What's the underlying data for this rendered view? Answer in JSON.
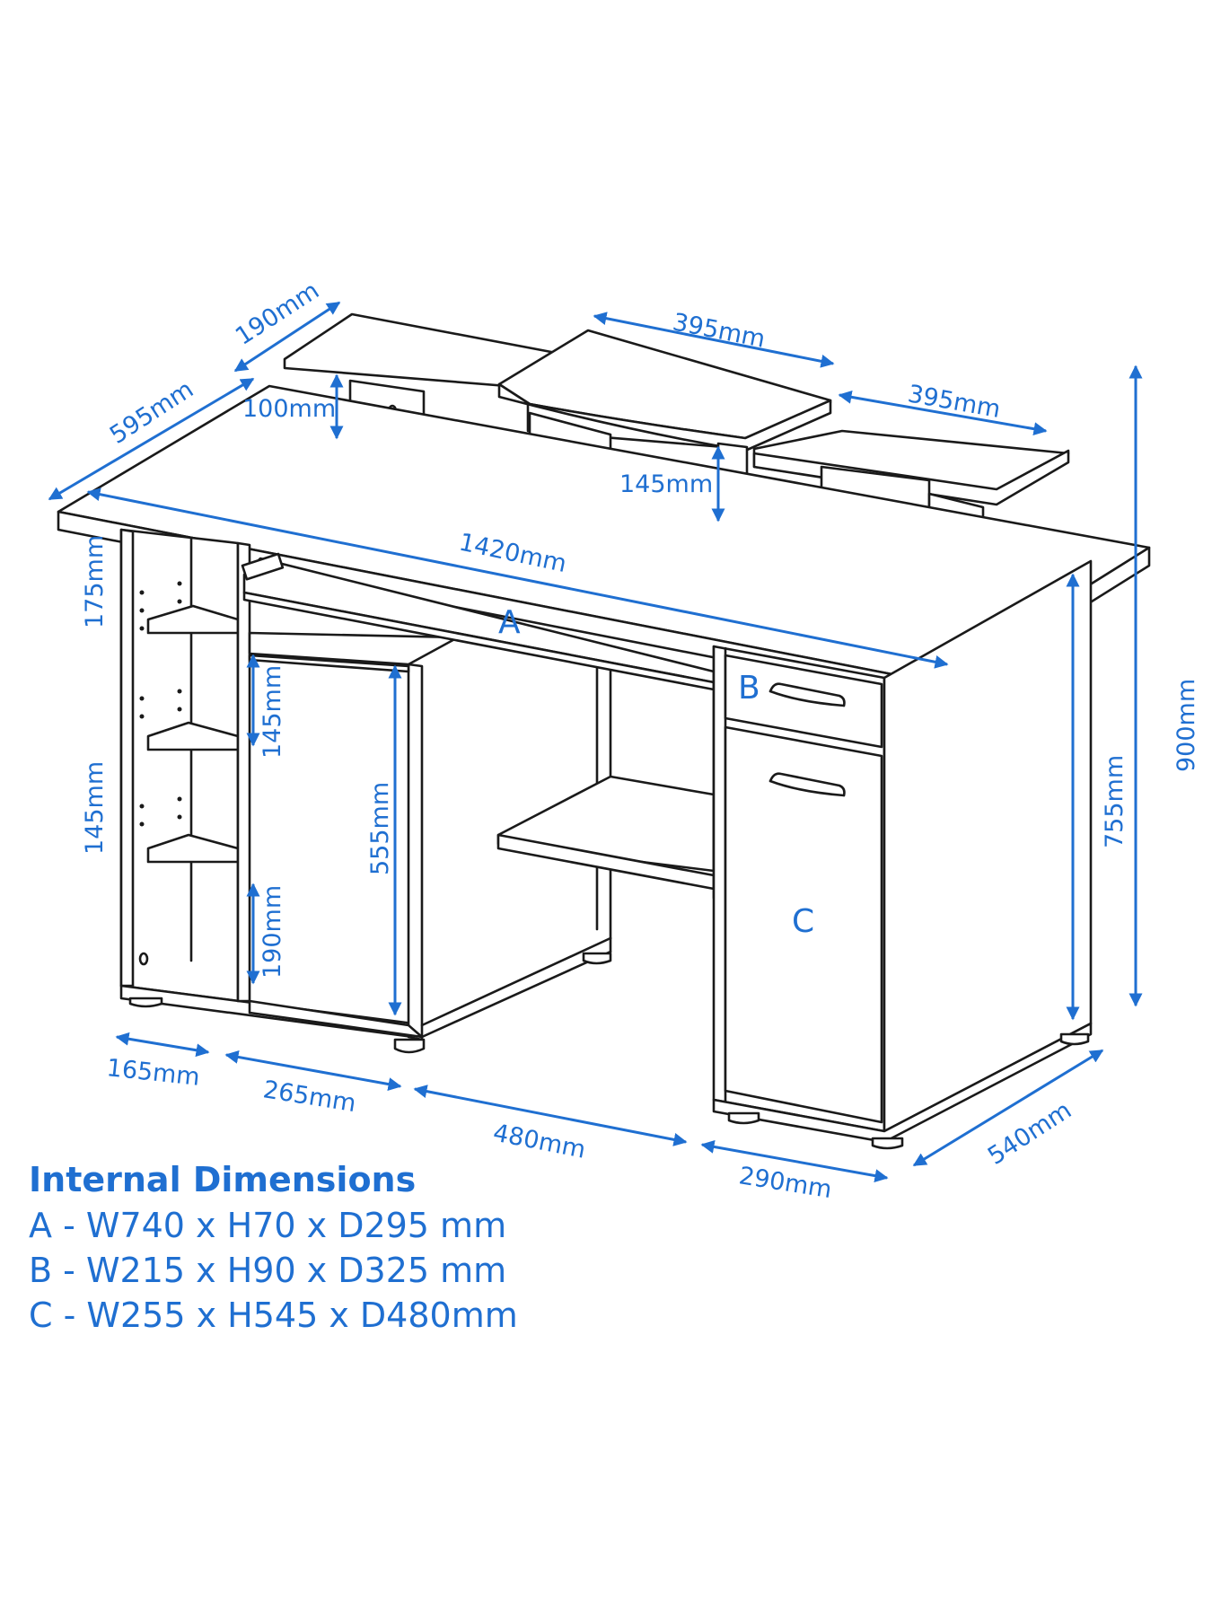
{
  "colors": {
    "dimension": "#1f6fd1",
    "outline": "#1a1a1a",
    "background": "#ffffff"
  },
  "labels": {
    "a": "A",
    "b": "B",
    "c": "C"
  },
  "dimensions": {
    "shelf_depth": "190mm",
    "desk_depth": "595mm",
    "center_shelf_width": "395mm",
    "right_shelf_width": "395mm",
    "shelf_height": "100mm",
    "center_shelf_height": "145mm",
    "desk_width": "1420mm",
    "top_shelf_gap": "175mm",
    "keyboard_gap": "145mm",
    "side_shelf_gap": "145mm",
    "cpu_height": "555mm",
    "bottom_gap": "190mm",
    "total_height": "900mm",
    "desk_height": "755mm",
    "side_width": "165mm",
    "cpu_width": "265mm",
    "knee_width": "480mm",
    "pedestal_width": "290mm",
    "pedestal_depth": "540mm"
  },
  "internal_dimensions": {
    "title": "Internal Dimensions",
    "rows": [
      "A - W740 x H70 x D295 mm",
      "B - W215 x H90 x D325 mm",
      "C - W255 x H545 x D480mm"
    ]
  }
}
